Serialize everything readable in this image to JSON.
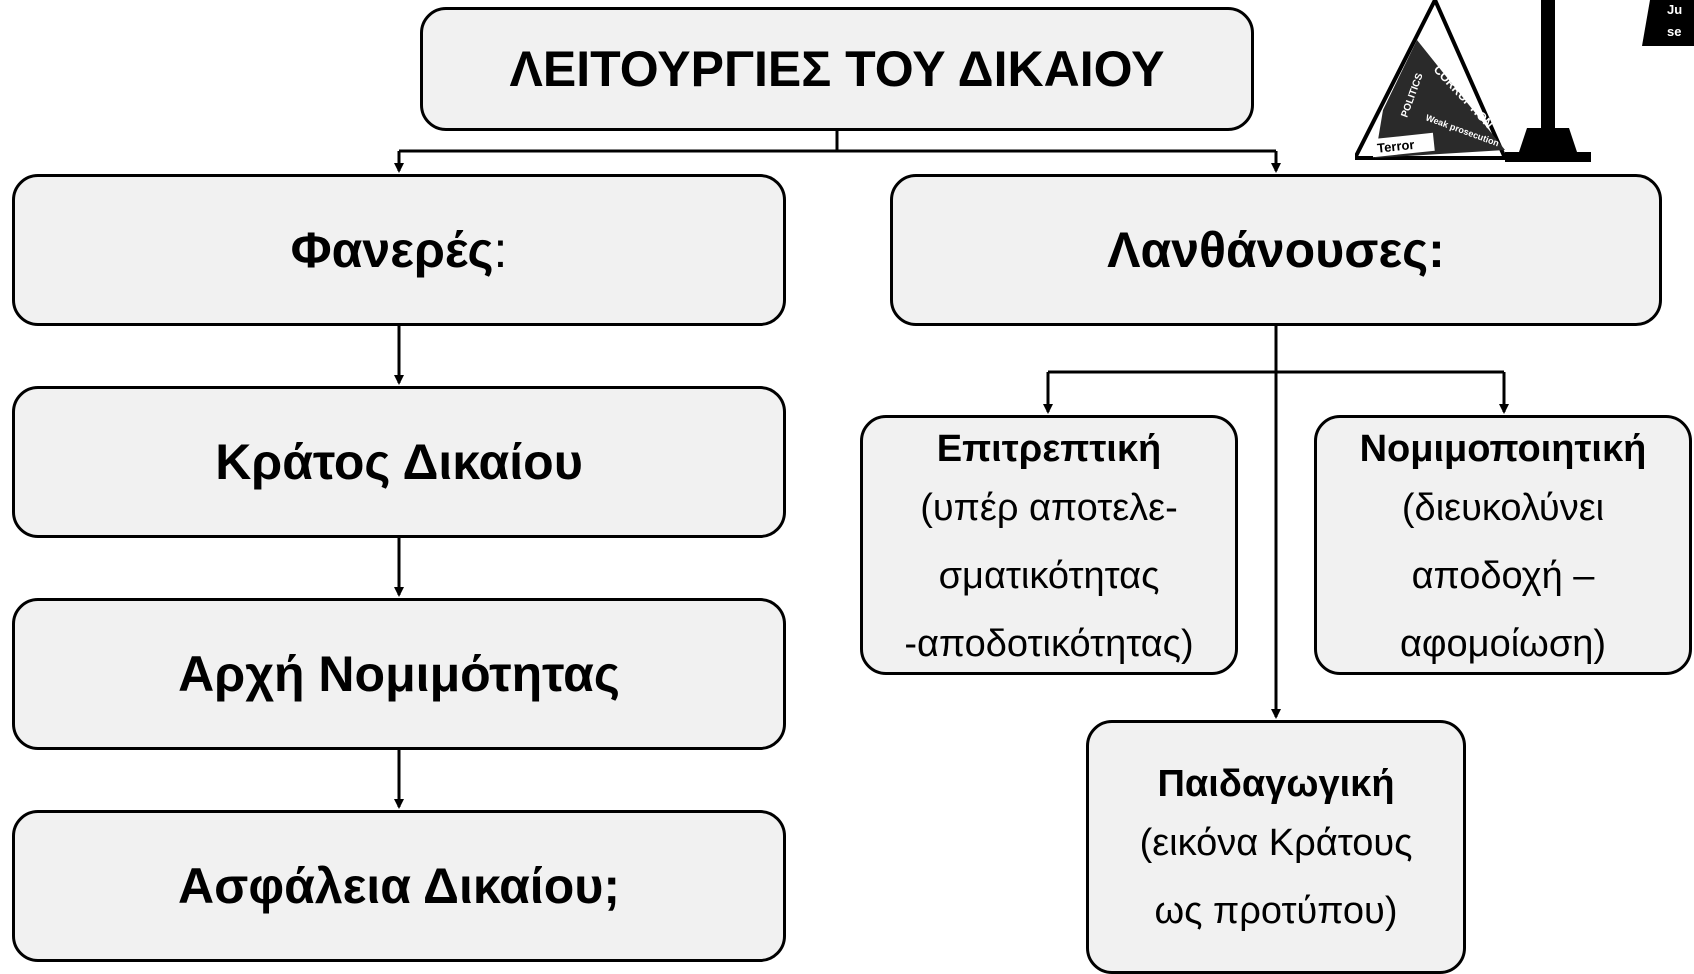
{
  "title": "ΛΕΙΤΟΥΡΓΙΕΣ ΤΟΥ ΔΙΚΑΙΟΥ",
  "manifest": {
    "heading": "Φανερές",
    "colon": ":",
    "items": [
      "Κράτος Δικαίου",
      "Αρχή Νομιμότητας",
      "Ασφάλεια Δικαίου;"
    ]
  },
  "latent": {
    "heading": "Λανθάνουσες:",
    "permissive": {
      "heading": "Επιτρεπτική",
      "lines": [
        "(υπέρ αποτελε-",
        "σματικότητας",
        "-αποδοτικότητας)"
      ]
    },
    "legitimizing": {
      "heading": "Νομιμοποιητική",
      "lines": [
        "(διευκολύνει",
        "αποδοχή –",
        "αφομοίωση)"
      ]
    },
    "pedagogical": {
      "heading": "Παιδαγωγική",
      "lines": [
        "(εικόνα Κράτους",
        "ως προτύπου)"
      ]
    }
  },
  "illustration": {
    "labels": [
      "CORRUPTION",
      "POLITICS",
      "Weak prosecution",
      "Terror",
      "Ju",
      "se"
    ]
  }
}
